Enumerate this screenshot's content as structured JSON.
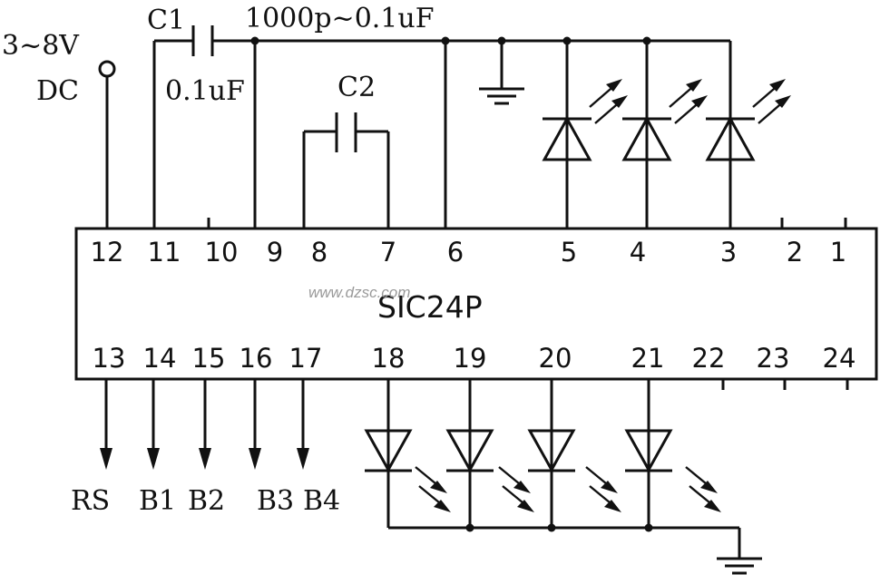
{
  "supply": {
    "voltage": "3~8V",
    "type": "DC"
  },
  "capacitors": {
    "c1": {
      "name": "C1",
      "value": "0.1uF",
      "range": "1000p~0.1uF"
    },
    "c2": {
      "name": "C2"
    }
  },
  "chip": {
    "name": "SIC24P"
  },
  "pins_top": [
    "12",
    "11",
    "10",
    "9",
    "8",
    "7",
    "6",
    "5",
    "4",
    "3",
    "2",
    "1"
  ],
  "pins_bottom": [
    "13",
    "14",
    "15",
    "16",
    "17",
    "18",
    "19",
    "20",
    "21",
    "22",
    "23",
    "24"
  ],
  "outputs": [
    "RS",
    "B1",
    "B2",
    "B3",
    "B4"
  ],
  "watermark": "www.dzsc.com"
}
